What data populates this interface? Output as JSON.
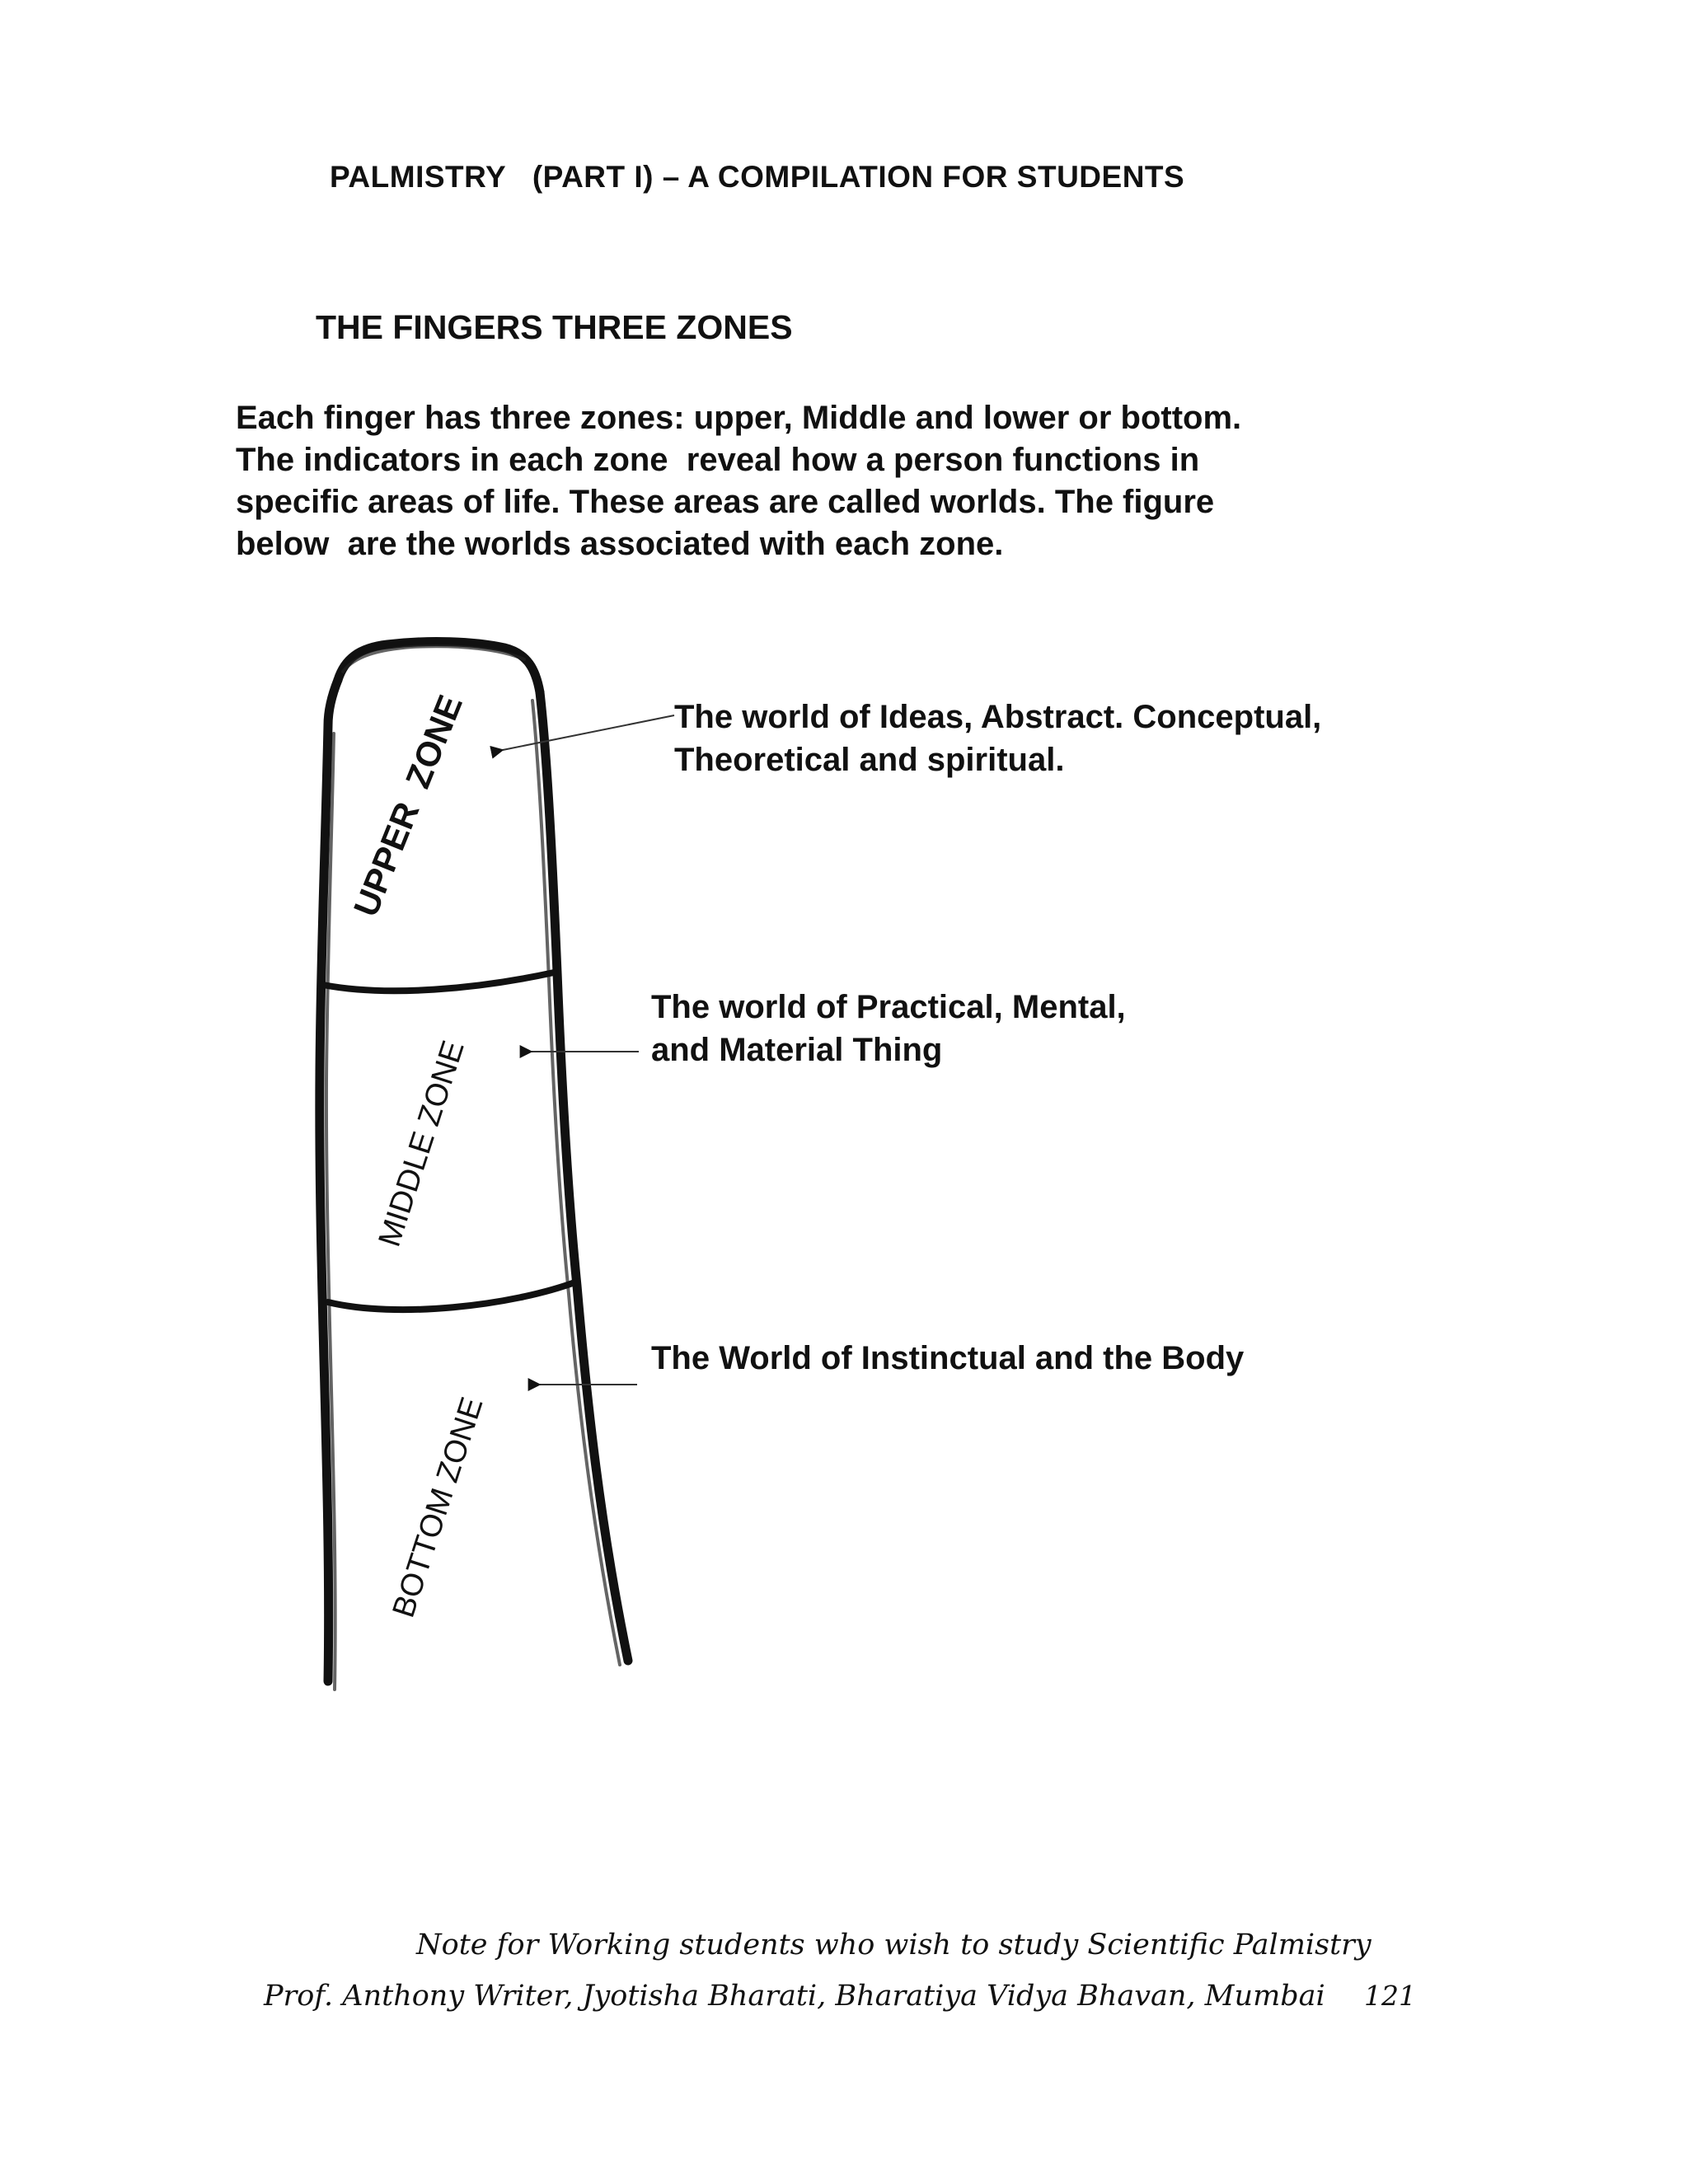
{
  "header": {
    "running_title": "PALMISTRY   (PART I) – A COMPILATION FOR STUDENTS"
  },
  "section": {
    "title": "THE FINGERS THREE ZONES",
    "intro_lines": [
      "Each finger has three zones: upper, Middle and lower or bottom.",
      "The indicators in each zone  reveal how a person functions in",
      "specific areas of life. These areas are called worlds. The figure",
      "below  are the worlds associated with each zone."
    ]
  },
  "diagram": {
    "zones": [
      {
        "label": "UPPER  ZONE",
        "caption_lines": [
          "The world of Ideas, Abstract. Conceptual,",
          "Theoretical and spiritual."
        ]
      },
      {
        "label": "MIDDLE ZONE",
        "caption_lines": [
          "The world of Practical, Mental,",
          "and Material Thing"
        ]
      },
      {
        "label": "BOTTOM ZONE",
        "caption_lines": [
          "The World of Instinctual and the Body"
        ]
      }
    ]
  },
  "footer": {
    "note": "Note for Working students who wish to study Scientific Palmistry",
    "credit": "Prof. Anthony Writer, Jyotisha Bharati, Bharatiya Vidya Bhavan,  Mumbai",
    "page_number": "121"
  }
}
